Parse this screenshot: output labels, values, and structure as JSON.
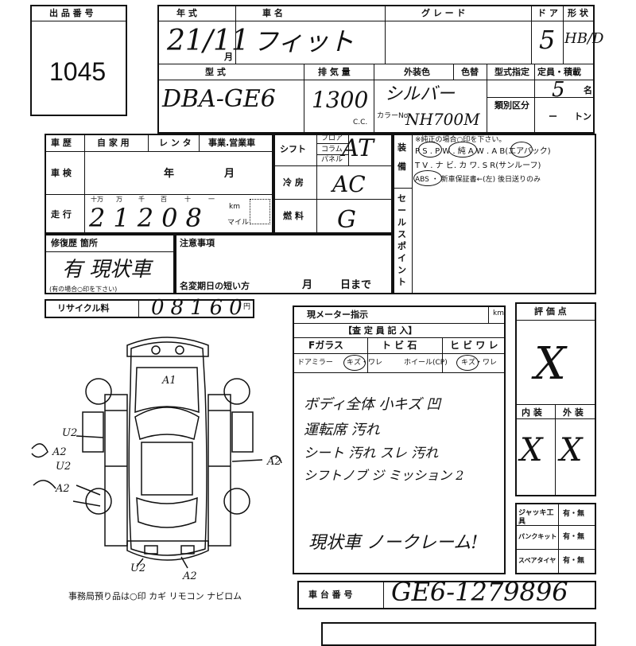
{
  "lot": {
    "label": "出 品 番 号",
    "number": "1045"
  },
  "header": {
    "year_label": "年  式",
    "name_label": "車     名",
    "grade_label": "グ レ ー ド",
    "door_label": "ド ア",
    "shape_label": "形 状",
    "year_value": "21/11",
    "month_suffix": "月",
    "car_name_value": "フィット",
    "door_value": "5",
    "shape_value": "HB/D",
    "model_label": "型     式",
    "displacement_label": "排 気 量",
    "color_label": "外装色",
    "color_no_label": "色替",
    "spec_label": "型式指定",
    "class_label": "類別区分",
    "capacity_label": "定員・積載",
    "model_value": "DBA-GE6",
    "displacement_value": "1300",
    "cc_label": "C.C.",
    "color_value": "シルバー",
    "color_code_label": "カラーNo.",
    "color_code_value": "NH700M",
    "capacity_value": "5",
    "capacity_unit": "名",
    "tonnage_value": "ー",
    "tonnage_unit": "トン"
  },
  "history": {
    "history_label": "車 歴",
    "private_label": "自 家 用",
    "rental_label": "レ ン タ",
    "business_label": "事業.営業車",
    "inspection_label": "車 検",
    "year_unit": "年",
    "month_unit": "月",
    "mileage_label": "走 行",
    "digit_labels": [
      "十万",
      "万",
      "千",
      "百",
      "十",
      "一"
    ],
    "mileage_value": "21208",
    "km_label": "km",
    "mile_label": "マイル",
    "shift_label": "シフト",
    "shift_floor": "フロア",
    "shift_column": "コラム",
    "shift_panel": "パネル",
    "shift_value": "AT",
    "ac_label": "冷 房",
    "ac_value": "AC",
    "fuel_label": "燃 料",
    "fuel_value": "G"
  },
  "equipment": {
    "label_chars": [
      "装",
      "備"
    ],
    "point_chars": [
      "セ",
      "ー",
      "ル",
      "ス",
      "ポ",
      "イ",
      "ン",
      "ト"
    ],
    "note": "※純正の場合○印を下さい。",
    "line1": "P S . P W . 純 A W . A B(エアバック)",
    "line2": "T V . ナ ビ. カ ワ. S R(サンルーフ)",
    "line3": "ABS ・ 新車保証書←(左) 後日送りのみ"
  },
  "repair": {
    "label": "修復歴 箇所",
    "value": "有 現状車",
    "note": "(有の場合○印を下さい)"
  },
  "notes": {
    "label": "注意事項",
    "expiry_label": "名変期日の短い方",
    "month": "月",
    "day": "日まで"
  },
  "recycle": {
    "label": "リサイクル料",
    "value": "08160",
    "yen": "円"
  },
  "inspection_report": {
    "meter_label": "現メーター指示",
    "km": "km",
    "title": "【査 定 員 記 入】",
    "fglass": "Fガラス",
    "chip": "ト ビ 石",
    "crack": "ヒ ビ ワ レ",
    "door_mirror": "ドアミラー",
    "kizu_ware": "キズ・ワレ",
    "wheel": "ホイール(CP)",
    "kizu_ware2": "キズ・ワレ",
    "comments": [
      "ボディ全体 小キズ 凹",
      "運転席 汚れ  ",
      "シート 汚れ スレ 汚れ",
      "シフトノブ ジ ミッション 2"
    ],
    "status": "現状車  ノークレーム!"
  },
  "scores": {
    "label": "評 価 点",
    "overall": "X",
    "interior_label": "内 装",
    "exterior_label": "外 装",
    "interior": "X",
    "exterior": "X"
  },
  "accessories": {
    "jack_label": "ジャッキ工 具",
    "puncture_label": "パンクキット",
    "spare_label": "スペアタイヤ",
    "option": "有・無"
  },
  "chassis": {
    "label": "車 台 番 号",
    "value": "GE6-1279896"
  },
  "office": {
    "text": "事務局預り品は○印  カギ リモコン ナビロム"
  },
  "diagram": {
    "marks": [
      "A1",
      "U2",
      "A2",
      "U2",
      "A2",
      "A2",
      "U2",
      "A2"
    ]
  }
}
